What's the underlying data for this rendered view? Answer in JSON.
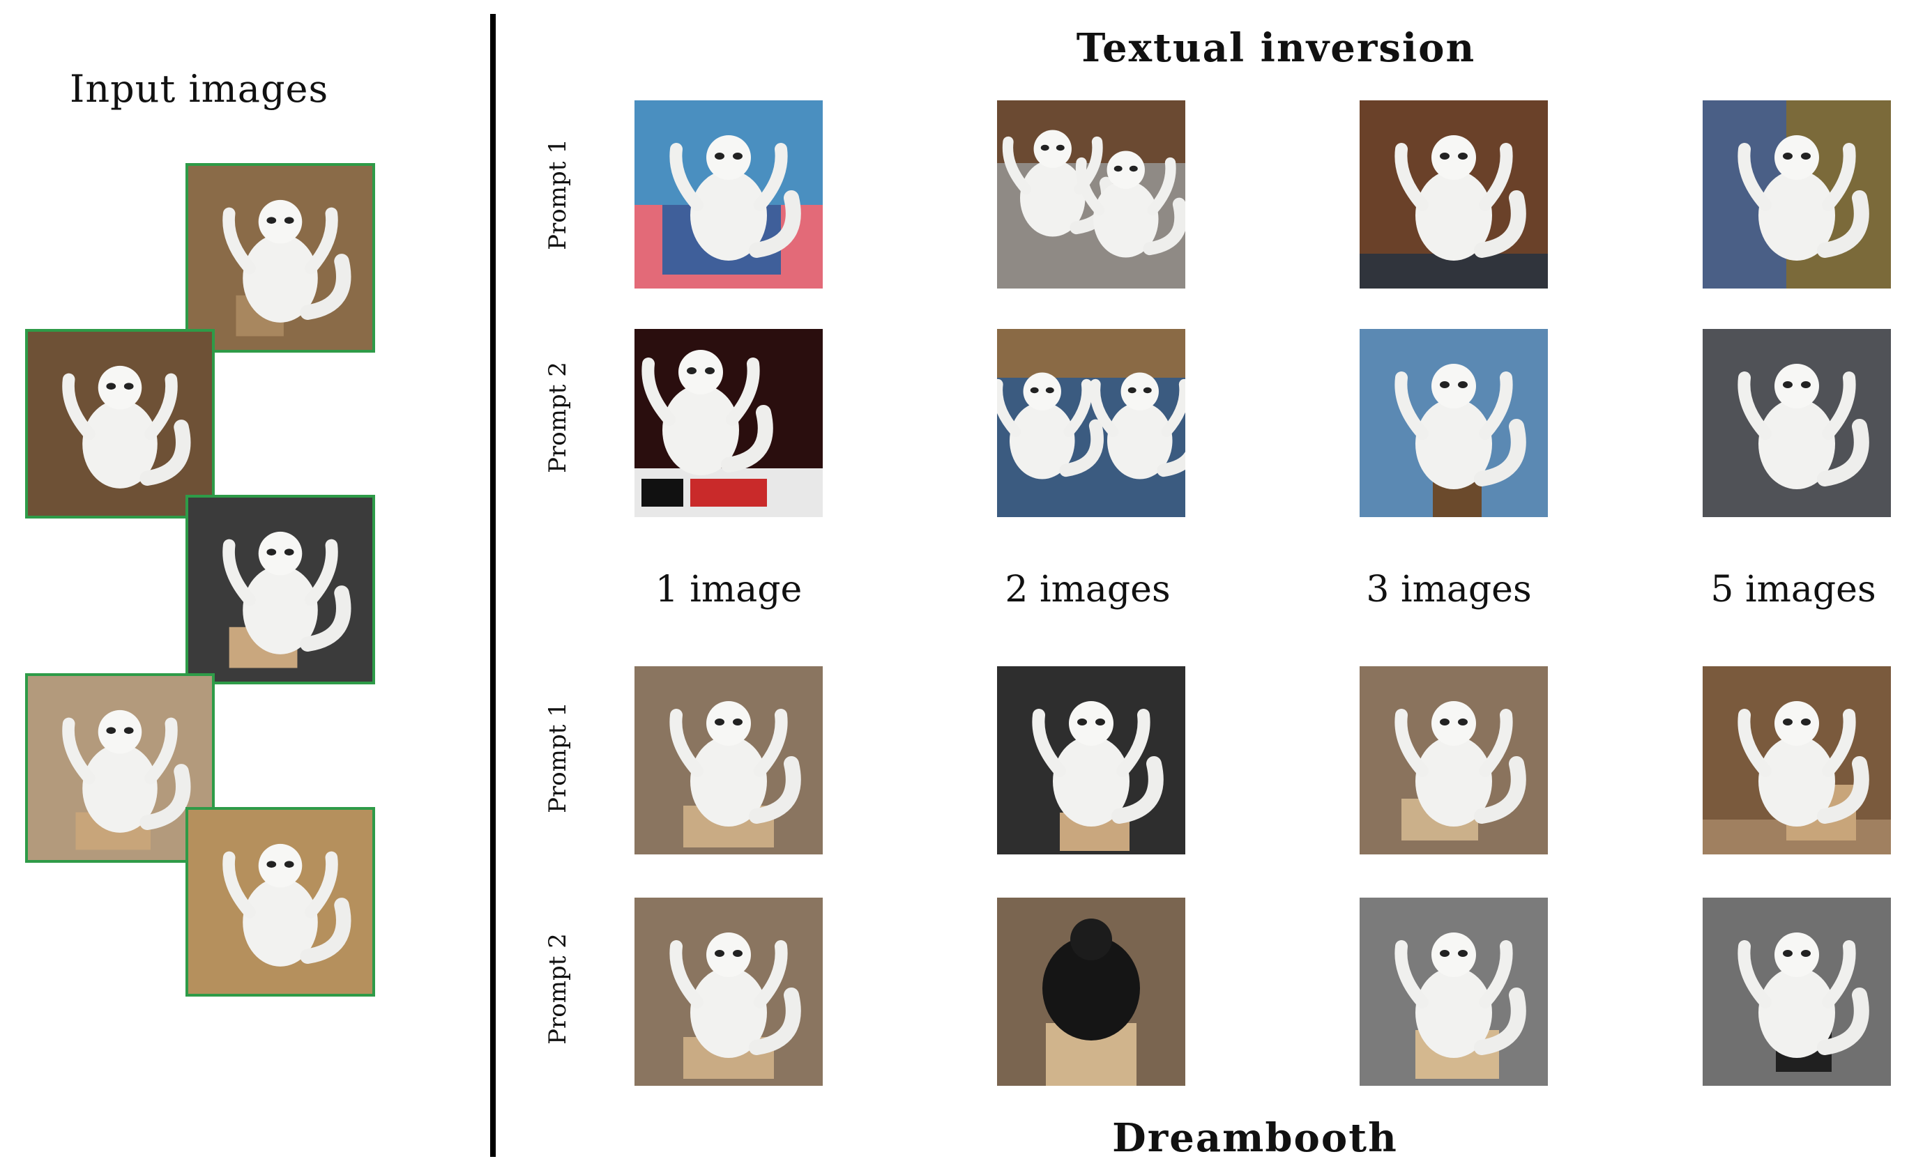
{
  "input_panel": {
    "title": "Input images",
    "frame_color": "#2e9b48"
  },
  "textual_inversion": {
    "title": "Textual inversion"
  },
  "dreambooth": {
    "title": "Dreambooth"
  },
  "row_labels": [
    "Prompt 1",
    "Prompt 2"
  ],
  "column_labels": [
    "1 image",
    "2 images",
    "3 images",
    "5 images"
  ]
}
